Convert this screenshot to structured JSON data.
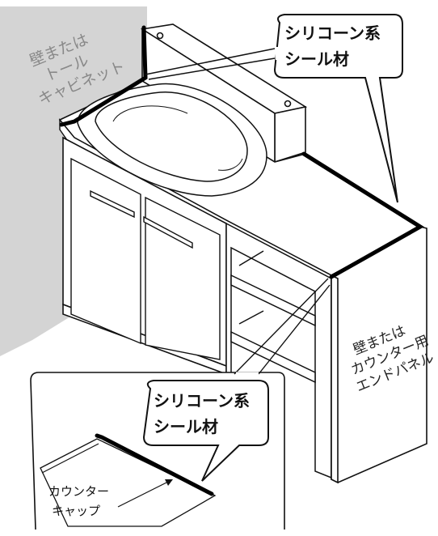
{
  "callouts": {
    "top_silicone_line1": "シリコーン系",
    "top_silicone_line2": "シール材",
    "inset_silicone_line1": "シリコーン系",
    "inset_silicone_line2": "シール材"
  },
  "labels": {
    "wall_tall_cabinet": [
      "壁または",
      "トール",
      "キャビネット"
    ],
    "wall_counter_end_panel": [
      "壁または",
      "カウンター用",
      "エンドパネル"
    ],
    "counter_cap": [
      "カウンター",
      "キャップ"
    ]
  },
  "colors": {
    "wall_gray": "#d4d4d4",
    "line": "#111111",
    "seal": "#000000",
    "text_gray": "#888888"
  }
}
